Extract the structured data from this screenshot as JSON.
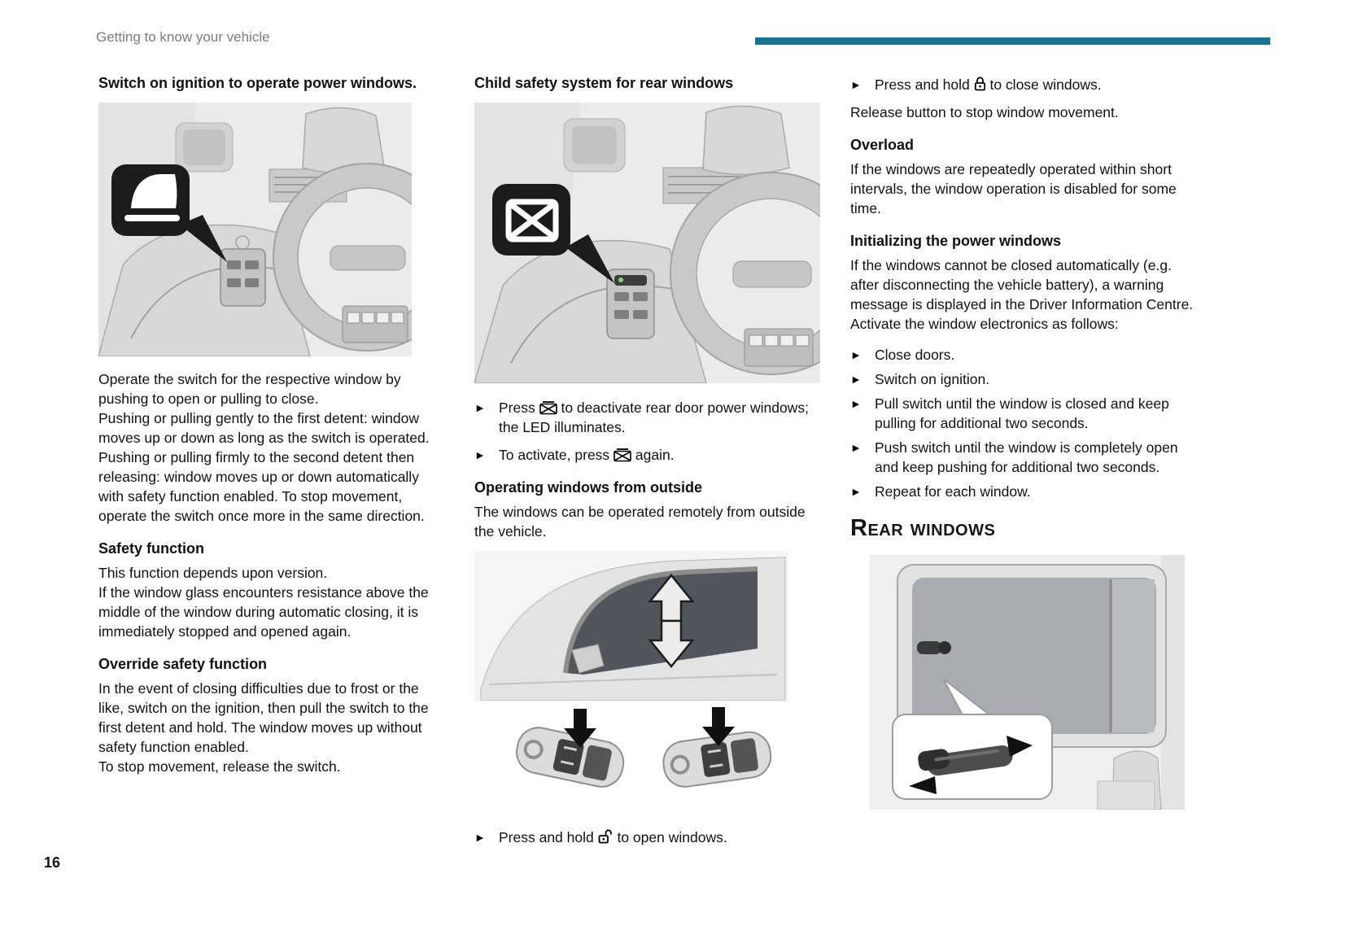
{
  "page": {
    "header": "Getting to know your vehicle",
    "page_number": "16",
    "accent_color": "#1a7190"
  },
  "icons": {
    "bullet_marker": "►"
  },
  "col1": {
    "heading": "Switch on ignition to operate power windows.",
    "para1": "Operate the switch for the respective window by pushing to open or pulling to close.\nPushing or pulling gently to the first detent: window moves up or down as long as the switch is operated.\nPushing or pulling firmly to the second detent then releasing: window moves up or down automatically with safety function enabled. To stop movement, operate the switch once more in the same direction.",
    "safety_heading": "Safety function",
    "safety_para": "This function depends upon version.\nIf the window glass encounters resistance above the middle of the window during automatic closing, it is immediately stopped and opened again.",
    "override_heading": "Override safety function",
    "override_para": "In the event of closing difficulties due to frost or the like, switch on the ignition, then pull the switch to the first detent and hold. The window moves up without safety function enabled.\nTo stop movement, release the switch."
  },
  "col2": {
    "heading": "Child safety system for rear windows",
    "bullet1_pre": "Press ",
    "bullet1_post": " to deactivate rear door power windows; the LED illuminates.",
    "bullet2_pre": "To activate, press ",
    "bullet2_post": " again.",
    "outside_heading": "Operating windows from outside",
    "outside_para": "The windows can be operated remotely from outside the vehicle.",
    "bullet3_pre": "Press and hold ",
    "bullet3_post": " to open windows."
  },
  "col3": {
    "bullet1_pre": "Press and hold ",
    "bullet1_post": " to close windows.",
    "release_para": "Release button to stop window movement.",
    "overload_heading": "Overload",
    "overload_para": "If the windows are repeatedly operated within short intervals, the window operation is disabled for some time.",
    "init_heading": "Initializing the power windows",
    "init_para": "If the windows cannot be closed automatically (e.g. after disconnecting the vehicle battery), a warning message is displayed in the Driver Information Centre.\nActivate the window electronics as follows:",
    "init_bullets": [
      "Close doors.",
      "Switch on ignition.",
      "Pull switch until the window is closed and keep pulling for additional two seconds.",
      "Push switch until the window is completely open and keep pushing for additional two seconds.",
      "Repeat for each window."
    ],
    "rear_heading": "Rear windows"
  }
}
